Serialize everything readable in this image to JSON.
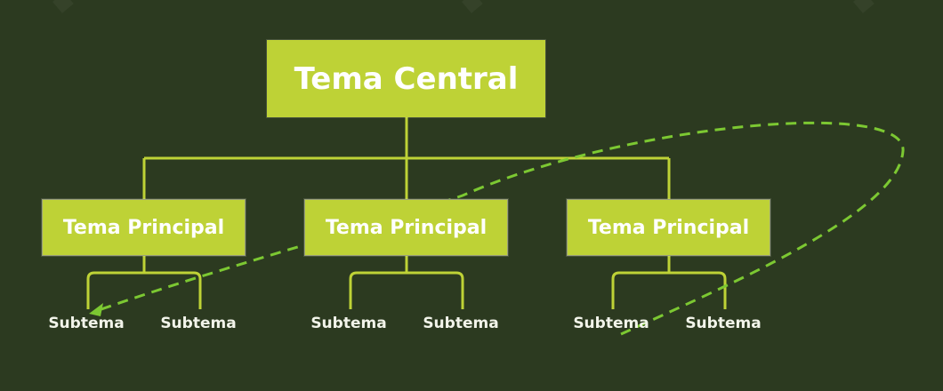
{
  "diagram": {
    "central_topic": "Tema Central",
    "main_topics": [
      {
        "label": "Tema Principal",
        "subtopics": [
          "Subtema",
          "Subtema"
        ]
      },
      {
        "label": "Tema Principal",
        "subtopics": [
          "Subtema",
          "Subtema"
        ]
      },
      {
        "label": "Tema Principal",
        "subtopics": [
          "Subtema",
          "Subtema"
        ]
      }
    ]
  },
  "colors": {
    "background": "#2c3a20",
    "box_fill": "#bed236",
    "connector": "#bed236",
    "relationship_arrow": "#7cc832",
    "text": "#ffffff"
  }
}
